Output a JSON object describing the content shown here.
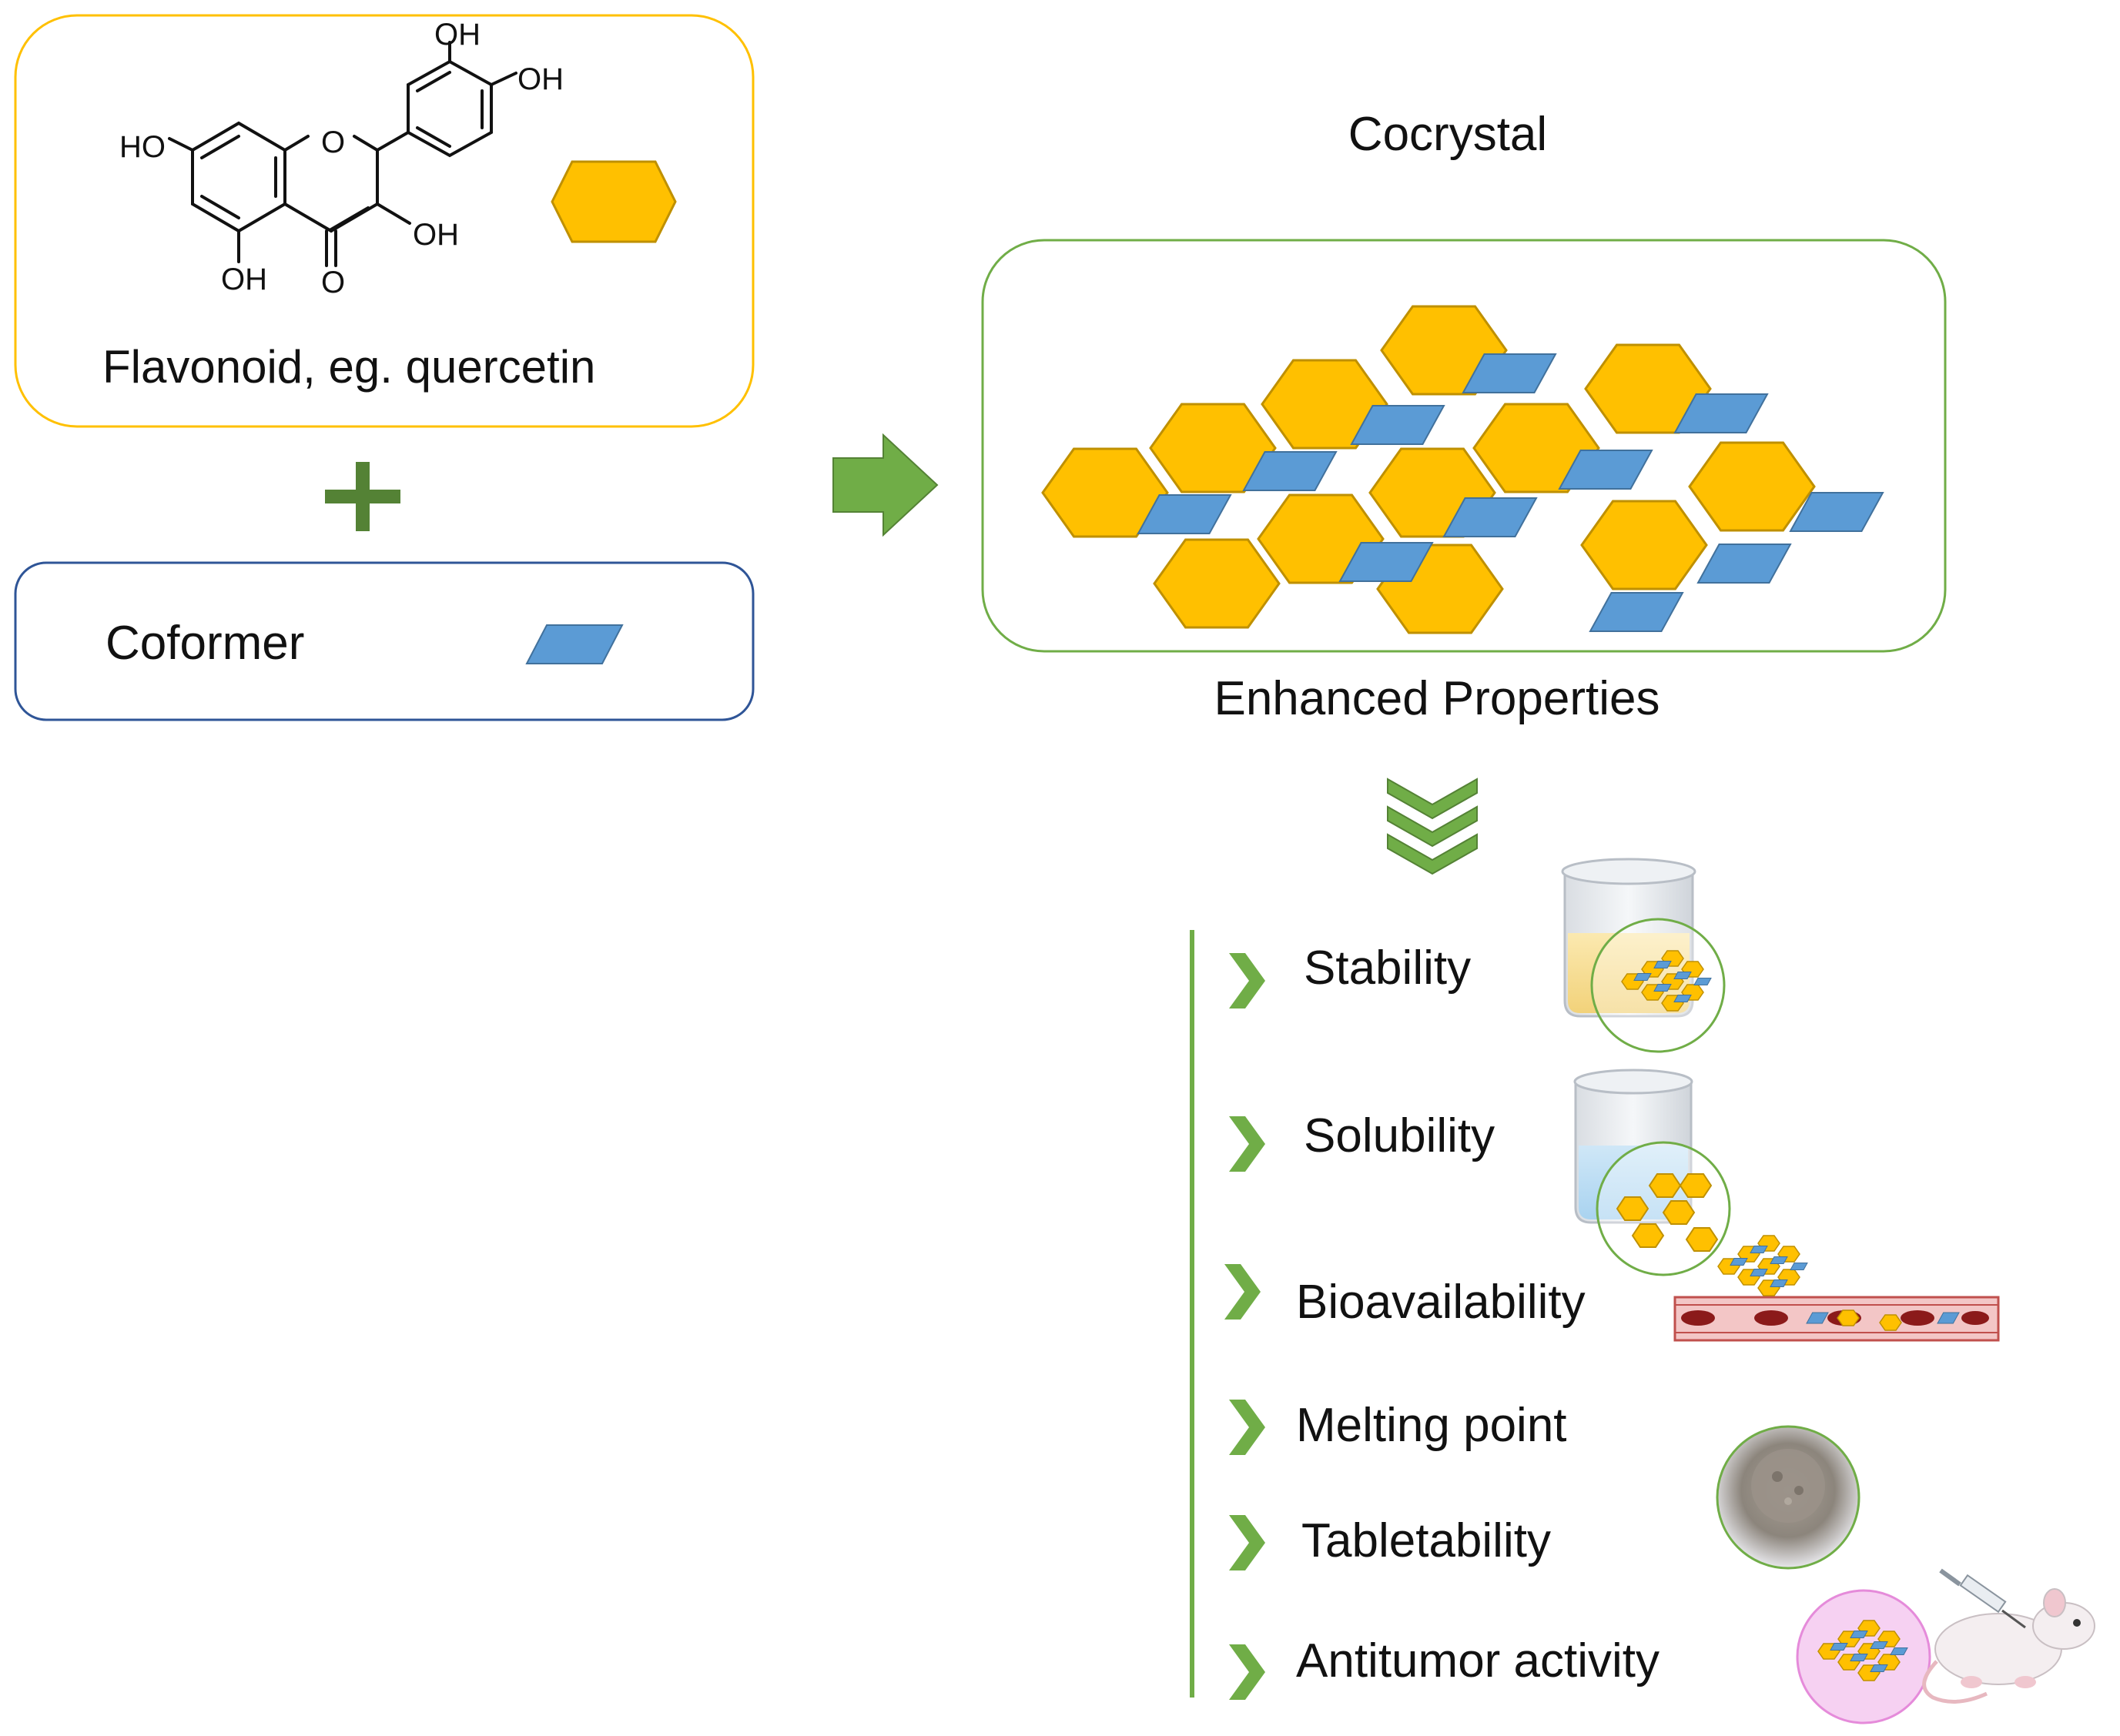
{
  "diagram": {
    "title": "Cocrystal",
    "flavonoid": {
      "label": "Flavonoid, eg. quercetin",
      "oh_labels": [
        "OH",
        "OH",
        "HO",
        "OH",
        "OH"
      ],
      "ring_oxygen": "O",
      "carbonyl_oxygen": "O"
    },
    "plus_symbol": "+",
    "coformer": {
      "label": "Coformer"
    },
    "result_caption": "Enhanced Properties",
    "properties": [
      {
        "label": "Stability"
      },
      {
        "label": "Solubility"
      },
      {
        "label": "Bioavailability"
      },
      {
        "label": "Melting point"
      },
      {
        "label": "Tabletability"
      },
      {
        "label": "Antitumor activity"
      }
    ],
    "colors": {
      "flavonoid_box_border": "#FFC000",
      "coformer_box_border": "#2F5597",
      "cocrystal_box_border": "#70AD47",
      "hexagon_fill": "#FFC000",
      "parallelogram_fill": "#5B9BD5",
      "arrow_green": "#70AD47",
      "plus_green": "#548235",
      "vessel_red": "#C0504D"
    },
    "icons": [
      "hexagon-icon",
      "parallelogram-icon",
      "arrow-right-icon",
      "chevron-down-icon",
      "chevron-right-icon",
      "beaker-icon",
      "blood-vessel-icon",
      "tablet-icon",
      "mouse-icon",
      "syringe-icon"
    ]
  }
}
